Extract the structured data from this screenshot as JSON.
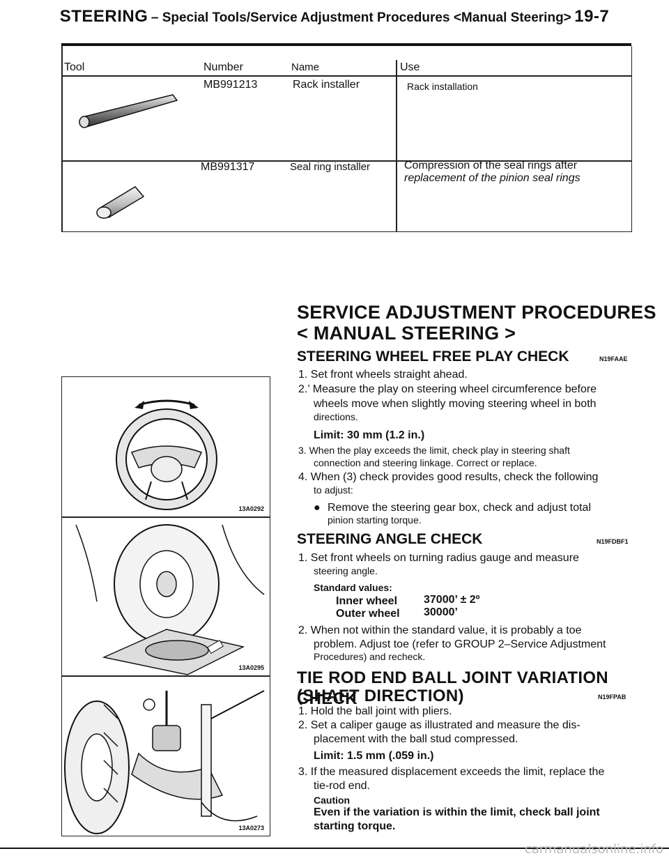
{
  "header": {
    "main": "STEERING",
    "sub": "– Special Tools/Service Adjustment Procedures <Manual Steering>",
    "page": "19-7"
  },
  "tools_table": {
    "columns": {
      "tool": "Tool",
      "number": "Number",
      "name": "Name",
      "use": "Use"
    },
    "rows": [
      {
        "number": "MB991213",
        "name": "Rack installer",
        "use": "Rack installation"
      },
      {
        "number": "MB991317",
        "name": "Seal ring installer",
        "use_line1": "Compression of the seal rings after",
        "use_line2": "replacement of the pinion seal rings"
      }
    ]
  },
  "section": {
    "title_line1": "SERVICE ADJUSTMENT PROCEDURES",
    "title_line2": "< MANUAL STEERING >"
  },
  "free_play": {
    "title": "STEERING WHEEL FREE PLAY CHECK",
    "code": "N19FAAE",
    "s1": "1. Set front wheels straight ahead.",
    "s2a": "2.’ Measure the play on steering wheel circumference before",
    "s2b": "wheels move when slightly moving steering wheel in both",
    "s2c": "directions.",
    "limit": "Limit: 30 mm (1.2 in.)",
    "s3a": "3. When the play exceeds the limit, check play in steering shaft",
    "s3b": "connection and steering linkage. Correct or replace.",
    "s4a": "4. When (3) check provides good results, check the following",
    "s4b": "to adjust:",
    "bullet_a": "Remove the steering gear box, check and adjust total",
    "bullet_b": "pinion starting torque."
  },
  "angle": {
    "title": "STEERING ANGLE CHECK",
    "code": "N19FDBF1",
    "s1a": "1. Set front wheels on turning radius gauge and measure",
    "s1b": "steering angle.",
    "std": "Standard values:",
    "inner_label": "Inner wheel",
    "inner_value": "37000’ ± 2º",
    "outer_label": "Outer wheel",
    "outer_value": "30000’",
    "s2a": "2. When not within the standard value, it is probably a toe",
    "s2b": "problem. Adjust toe (refer to GROUP 2–Service Adjustment",
    "s2c": "Procedures) and recheck."
  },
  "tie_rod": {
    "title_line1": "TIE ROD END BALL JOINT VARIATION CHECK",
    "title_line2": "(SHAFT DIRECTION)",
    "code": "N19FPAB",
    "s1": "1. Hold the ball joint with pliers.",
    "s2a": "2. Set a caliper gauge as illustrated and measure the dis-",
    "s2b": "placement with the ball stud compressed.",
    "limit": "Limit: 1.5 mm (.059 in.)",
    "s3a": "3. If the measured displacement exceeds the limit, replace the",
    "s3b": "tie-rod end.",
    "caution_label": "Caution",
    "caution_a": "Even if the variation is within the limit, check ball joint",
    "caution_b": "starting torque."
  },
  "figures": {
    "fig1": "13A0292",
    "fig2": "13A0295",
    "fig3": "13A0273"
  },
  "watermark": "carmanualsonline.info"
}
